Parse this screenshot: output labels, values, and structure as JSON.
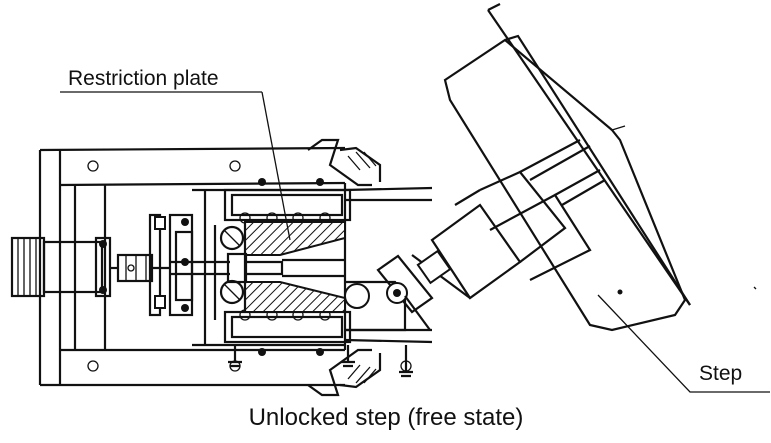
{
  "diagram": {
    "caption": "Unlocked step (free state)",
    "labels": {
      "restriction_plate": "Restriction plate",
      "step": "Step"
    },
    "colors": {
      "ink": "#111111",
      "paper": "#ffffff"
    }
  }
}
